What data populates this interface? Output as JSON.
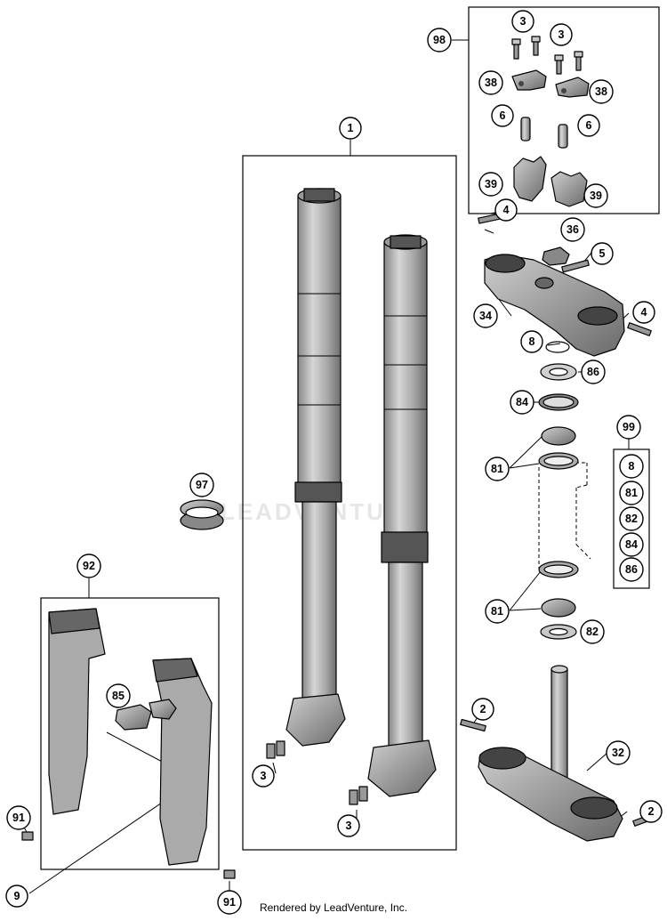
{
  "watermark": "LEADVENTURE",
  "footer": "Rendered by LeadVenture, Inc.",
  "colors": {
    "part_fill": "#a8a8a8",
    "part_dark": "#555555",
    "line": "#000000"
  },
  "callouts": {
    "c98": "98",
    "c3a": "3",
    "c3b": "3",
    "c38a": "38",
    "c38b": "38",
    "c6a": "6",
    "c6b": "6",
    "c39a": "39",
    "c39b": "39",
    "c1": "1",
    "c4a": "4",
    "c36": "36",
    "c5": "5",
    "c34": "34",
    "c4b": "4",
    "c8": "8",
    "c86": "86",
    "c84": "84",
    "c99": "99",
    "c81a": "81",
    "c81b": "81",
    "c82": "82",
    "c97": "97",
    "c92": "92",
    "c85": "85",
    "c2a": "2",
    "c32": "32",
    "c2b": "2",
    "c3c": "3",
    "c3d": "3",
    "c91a": "91",
    "c91b": "91",
    "c9": "9"
  },
  "kit_99": [
    "8",
    "81",
    "82",
    "84",
    "86"
  ]
}
